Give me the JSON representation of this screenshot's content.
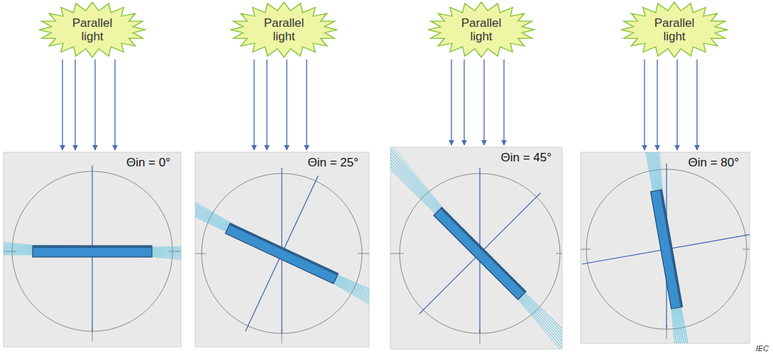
{
  "diagram": {
    "nodes": [
      {
        "text": [
          "Parallel light"
        ]
      },
      {
        "text": [
          "Parallel light"
        ]
      },
      {
        "text": [
          "Parallel light"
        ]
      },
      {
        "text": [
          "Parallel light"
        ]
      },
      {
        "text": [
          "Θin = 0°"
        ]
      },
      {
        "text": [
          "Θin = 25°"
        ]
      },
      {
        "text": [
          "Θin = 45°"
        ]
      },
      {
        "text": [
          "Θin = 80°"
        ]
      }
    ],
    "edges": [
      {
        "from": 0,
        "to": 4,
        "arrow": "to"
      },
      {
        "from": 0,
        "to": 4,
        "arrow": "to"
      },
      {
        "from": 0,
        "to": 4,
        "arrow": "to"
      },
      {
        "from": 0,
        "to": 4,
        "arrow": "to"
      },
      {
        "from": 1,
        "to": 5,
        "arrow": "to"
      },
      {
        "from": 1,
        "to": 5,
        "arrow": "to"
      },
      {
        "from": 1,
        "to": 5,
        "arrow": "to"
      },
      {
        "from": 1,
        "to": 5,
        "arrow": "to"
      },
      {
        "from": 2,
        "to": 6,
        "arrow": "to"
      },
      {
        "from": 2,
        "to": 6,
        "arrow": "to"
      },
      {
        "from": 2,
        "to": 6,
        "arrow": "to"
      },
      {
        "from": 2,
        "to": 6,
        "arrow": "to"
      },
      {
        "from": 3,
        "to": 7,
        "arrow": "to"
      },
      {
        "from": 3,
        "to": 7,
        "arrow": "to"
      },
      {
        "from": 3,
        "to": 7,
        "arrow": "to"
      },
      {
        "from": 3,
        "to": 7,
        "arrow": "to"
      }
    ],
    "labels": [
      "IEC"
    ]
  }
}
